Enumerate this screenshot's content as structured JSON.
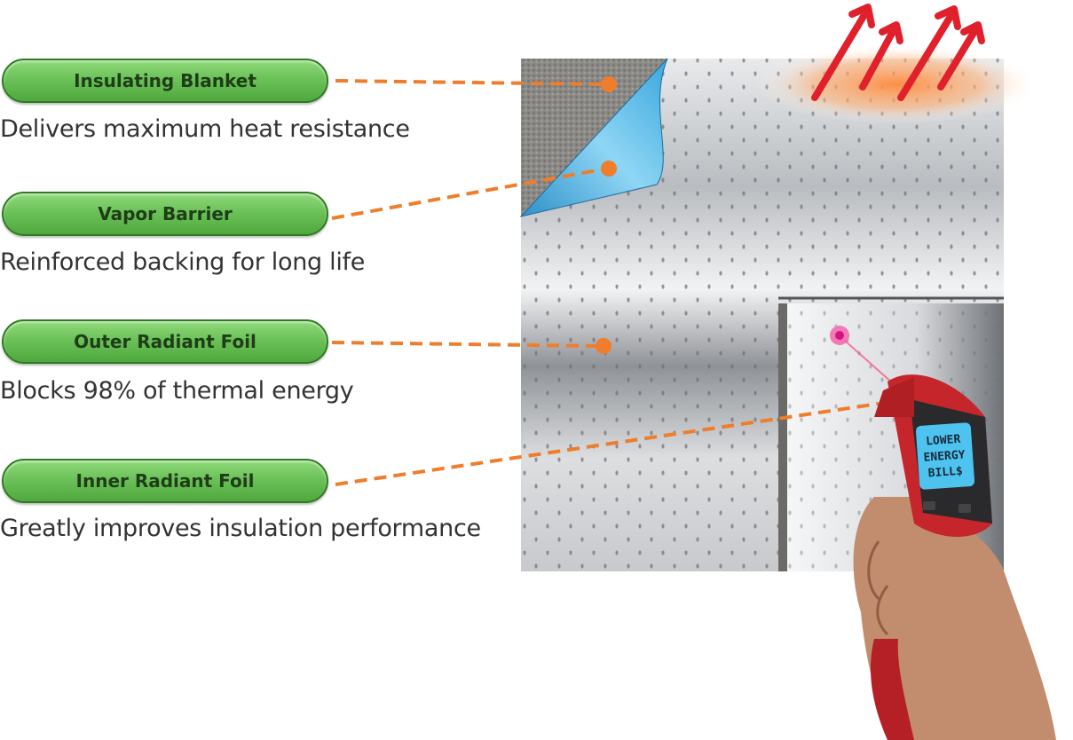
{
  "layers": [
    {
      "label": "Insulating Blanket",
      "description": "Delivers maximum heat resistance"
    },
    {
      "label": "Vapor Barrier",
      "description": "Reinforced backing for long life"
    },
    {
      "label": "Outer Radiant Foil",
      "description": "Blocks 98% of thermal energy"
    },
    {
      "label": "Inner Radiant Foil",
      "description": "Greatly improves insulation performance"
    }
  ],
  "thermometer": {
    "line1": "LOWER",
    "line2": "ENERGY",
    "line3": "BILL$"
  },
  "colors": {
    "pill": "#6cc259",
    "leader": "#ef7d2b",
    "heat_arrow": "#e0202a",
    "barrier": "#5bc0eb"
  },
  "icons": {
    "heat": "heat-arrows-icon",
    "thermometer": "infrared-thermometer-icon"
  }
}
